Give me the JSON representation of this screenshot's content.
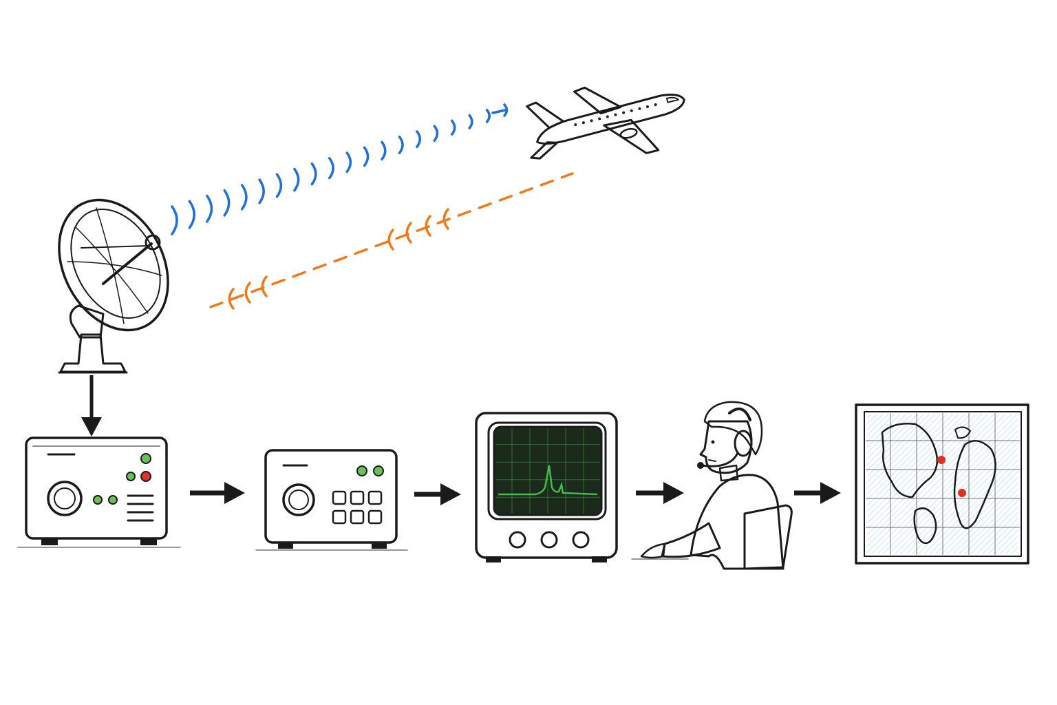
{
  "diagram": {
    "nodes": [
      {
        "id": "radar-dish",
        "icon": "radar-dish-icon"
      },
      {
        "id": "aircraft",
        "icon": "airplane-icon"
      },
      {
        "id": "transmitter-receiver",
        "icon": "radio-unit-icon"
      },
      {
        "id": "signal-processor",
        "icon": "processor-unit-icon"
      },
      {
        "id": "display-scope",
        "icon": "crt-monitor-icon"
      },
      {
        "id": "operator",
        "icon": "operator-headset-icon"
      },
      {
        "id": "plot-map",
        "icon": "world-map-icon"
      }
    ],
    "edges": [
      {
        "from": "radar-dish",
        "to": "aircraft",
        "kind": "transmitted-pulse"
      },
      {
        "from": "aircraft",
        "to": "radar-dish",
        "kind": "echo-return"
      },
      {
        "from": "radar-dish",
        "to": "transmitter-receiver",
        "kind": "flow"
      },
      {
        "from": "transmitter-receiver",
        "to": "signal-processor",
        "kind": "flow"
      },
      {
        "from": "signal-processor",
        "to": "display-scope",
        "kind": "flow"
      },
      {
        "from": "display-scope",
        "to": "operator",
        "kind": "flow"
      },
      {
        "from": "operator",
        "to": "plot-map",
        "kind": "flow"
      }
    ],
    "colors": {
      "transmitted_pulse": "#1f6fd6",
      "echo_return": "#f07a1a",
      "scope_trace": "#3fbf4a",
      "scope_screen": "#1c2a1c",
      "operator_shirt": "#5a9a48",
      "map_land": "#6aab55",
      "map_water": "#4a9ad8",
      "target_blip": "#e03020",
      "led_green": "#6cc05a",
      "led_red": "#e03030",
      "ink": "#1a1a1a"
    }
  }
}
